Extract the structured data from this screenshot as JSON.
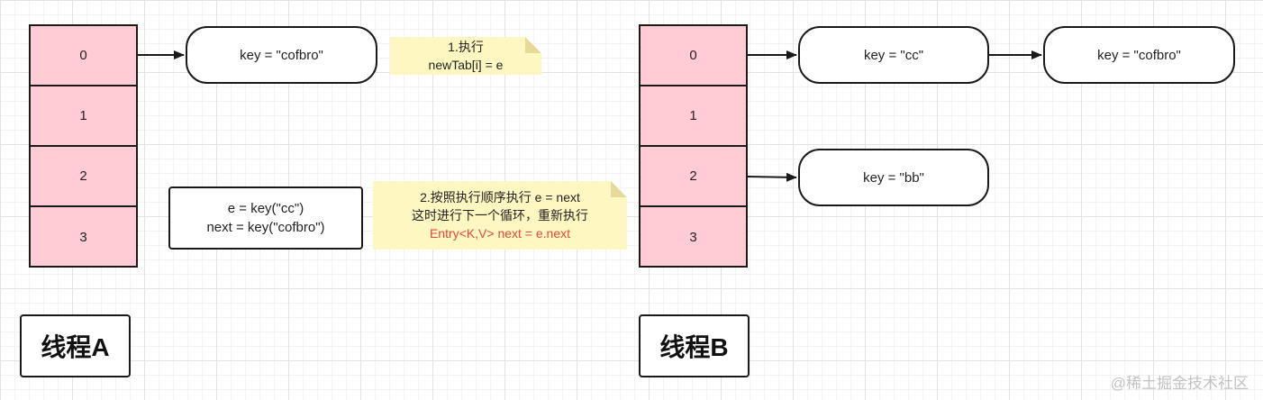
{
  "threadA": {
    "label": "线程A",
    "buckets": [
      "0",
      "1",
      "2",
      "3"
    ],
    "node": "key = \"cofbro\"",
    "var_box": [
      "e = key(\"cc\")",
      "next = key(\"cofbro\")"
    ]
  },
  "notes": {
    "note1": [
      "1.执行",
      "newTab[i] = e"
    ],
    "note2": [
      "2.按照执行顺序执行 e = next",
      "这时进行下一个循环，重新执行",
      "Entry<K,V> next = e.next"
    ]
  },
  "threadB": {
    "label": "线程B",
    "buckets": [
      "0",
      "1",
      "2",
      "3"
    ],
    "node_cc": "key = \"cc\"",
    "node_cofbro": "key = \"cofbro\"",
    "node_bb": "key = \"bb\""
  },
  "watermark": "@稀土掘金技术社区",
  "colors": {
    "bucket_fill": "#ffccd5",
    "note_fill": "#fff7c2",
    "note_highlight": "#e5483a",
    "stroke": "#1a1a1a"
  }
}
